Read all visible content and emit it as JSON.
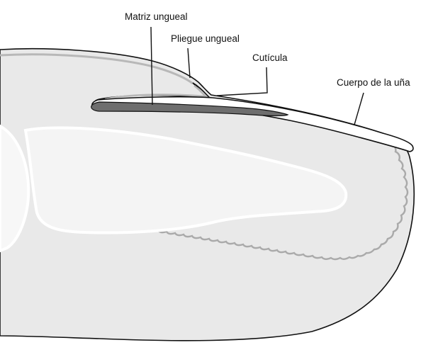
{
  "labels": {
    "matrix": "Matriz ungueal",
    "fold": "Pliegue ungueal",
    "cuticle": "Cutícula",
    "nail_body": "Cuerpo de la uña"
  },
  "colors": {
    "skin": "#e9e9e9",
    "skin_edge": "#b8b8b8",
    "outline": "#111111",
    "bone": "#f7f7f7",
    "bone_edge": "#ffffff",
    "matrix": "#6e6e6e",
    "nail": "#ffffff",
    "background": "#ffffff"
  }
}
